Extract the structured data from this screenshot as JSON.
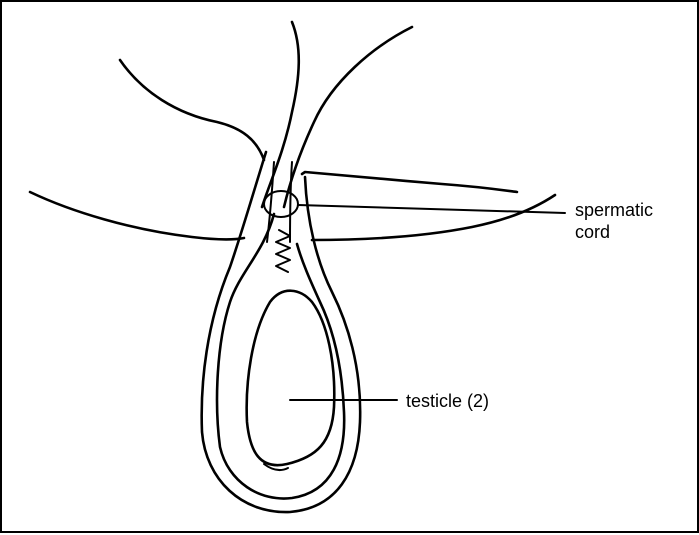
{
  "figure": {
    "labels": {
      "spermatic_cord_line1": "spermatic",
      "spermatic_cord_line2": "cord",
      "testicle": "testicle (2)"
    },
    "colors": {
      "ink": "#000000",
      "background": "#ffffff"
    }
  }
}
